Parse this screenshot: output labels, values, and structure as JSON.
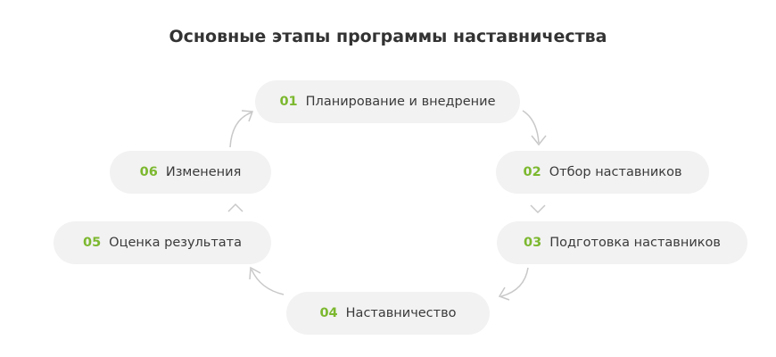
{
  "title": "Основные этапы программы наставничества",
  "accent_color": "#7cb82f",
  "steps": [
    {
      "num": "01",
      "label": "Планирование и внедрение"
    },
    {
      "num": "02",
      "label": "Отбор наставников"
    },
    {
      "num": "03",
      "label": "Подготовка наставников"
    },
    {
      "num": "04",
      "label": "Наставничество"
    },
    {
      "num": "05",
      "label": "Оценка результата"
    },
    {
      "num": "06",
      "label": "Изменения"
    }
  ]
}
